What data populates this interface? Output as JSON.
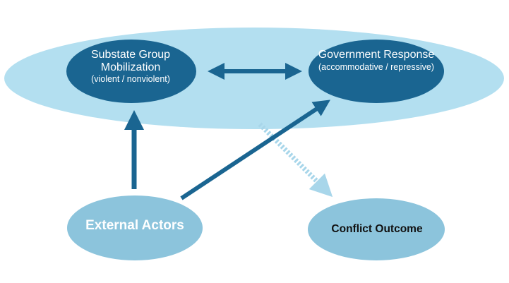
{
  "nodes": {
    "substate": {
      "title": "Substate Group Mobilization",
      "subtitle": "(violent / nonviolent)"
    },
    "government": {
      "title": "Government Response",
      "subtitle": "(accommodative / repressive)"
    },
    "external": {
      "title": "External Actors"
    },
    "outcome": {
      "title": "Conflict Outcome"
    }
  },
  "edges": [
    {
      "from": "substate",
      "to": "government",
      "style": "solid",
      "direction": "both"
    },
    {
      "from": "external",
      "to": "substate",
      "style": "solid",
      "direction": "forward"
    },
    {
      "from": "external",
      "to": "government",
      "style": "solid",
      "direction": "forward"
    },
    {
      "from": "system",
      "to": "outcome",
      "style": "dashed",
      "direction": "forward"
    }
  ],
  "colors": {
    "system_ellipse": "#b3dff0",
    "dark_node": "#1a6591",
    "light_node": "#8cc4dc",
    "arrow": "#1a6591",
    "dashed_arrow": "#a8d6ea",
    "light_text": "#ffffff",
    "dark_text": "#111111"
  }
}
